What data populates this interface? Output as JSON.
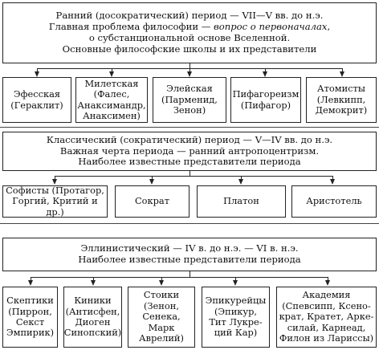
{
  "period1": {
    "line1": "Ранний (досократический) период — VII—V вв. до н.э.",
    "line2_pre": "Главная проблема философии — ",
    "line2_em": "вопрос о первоначалах",
    "line2_post": ",",
    "line3": "о субстанциональной основе Вселенной.",
    "line4": "Основные философские школы и их представители",
    "schools": [
      {
        "l1": "Эфесская",
        "l2": "(Гераклит)",
        "l3": ""
      },
      {
        "l1": "Милетская",
        "l2": "(Фалес, Анаксимандр,",
        "l3": "Анаксимен)"
      },
      {
        "l1": "Элейская",
        "l2": "(Парменид,",
        "l3": "Зенон)"
      },
      {
        "l1": "Пифагореизм",
        "l2": "(Пифагор)",
        "l3": ""
      },
      {
        "l1": "Атомисты",
        "l2": "(Левкипп,",
        "l3": "Демокрит)"
      }
    ]
  },
  "period2": {
    "line1": "Классический (сократический) период — V—IV вв. до н.э.",
    "line2": "Важная черта периода — ранний антропоцентризм.",
    "line3": "Наиболее известные представители периода",
    "reps": [
      {
        "l1": "Софисты (Протагор,",
        "l2": "Горгий, Критий и др.)"
      },
      {
        "l1": "Сократ",
        "l2": ""
      },
      {
        "l1": "Платон",
        "l2": ""
      },
      {
        "l1": "Аристотель",
        "l2": ""
      }
    ]
  },
  "period3": {
    "line1": "Эллинистический — IV в. до н.э. — VI в. н.э.",
    "line2": "Наиболее известные представители периода",
    "schools": [
      {
        "l1": "Скептики",
        "l2": "(Пиррон,",
        "l3": "Секст",
        "l4": "Эмпирик)"
      },
      {
        "l1": "Киники",
        "l2": "(Антисфен,",
        "l3": "Диоген",
        "l4": "Синопский)"
      },
      {
        "l1": "Стоики",
        "l2": "(Зенон,",
        "l3": "Сенека, Марк",
        "l4": "Аврелий)"
      },
      {
        "l1": "Эпикурейцы",
        "l2": "(Эпикур,",
        "l3": "Тит Лукре-",
        "l4": "ций Кар)"
      },
      {
        "l1": "Академия",
        "l2": "(Спевсипп, Ксено-",
        "l3": "крат, Кратет, Арке-",
        "l4": "силай, Карнеад,",
        "l5": "Филон из Лариссы)"
      }
    ]
  }
}
